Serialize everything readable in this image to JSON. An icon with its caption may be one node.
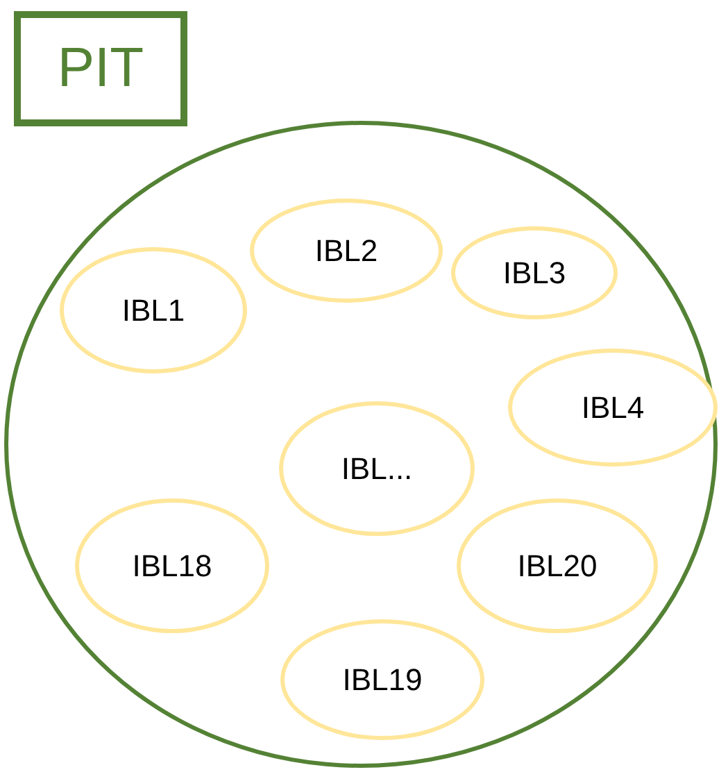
{
  "diagram": {
    "nodes": [
      {
        "text": [
          "PIT"
        ]
      },
      {
        "text": [],
        "shape": "circle"
      },
      {
        "text": [
          "IBL1"
        ],
        "in": 1
      },
      {
        "text": [
          "IBL2"
        ],
        "in": 1
      },
      {
        "text": [
          "IBL3"
        ],
        "in": 1
      },
      {
        "text": [
          "IBL4"
        ],
        "in": 1
      },
      {
        "text": [
          "IBL..."
        ],
        "in": 1
      },
      {
        "text": [
          "IBL18"
        ],
        "in": 1
      },
      {
        "text": [
          "IBL20"
        ],
        "in": 1
      },
      {
        "text": [
          "IBL19"
        ],
        "in": 1
      }
    ]
  }
}
